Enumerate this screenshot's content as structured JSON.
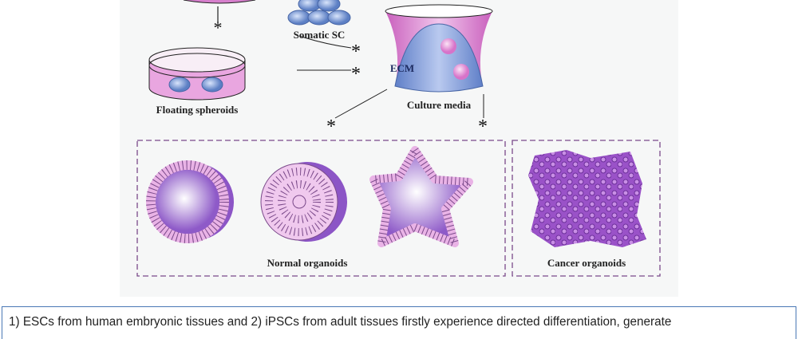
{
  "figure": {
    "labels": {
      "somatic": "Somatic SC",
      "floating": "Floating spheroids",
      "ecm": "ECM",
      "culture": "Culture media",
      "normal": "Normal organoids",
      "cancer": "Cancer organoids"
    },
    "colors": {
      "pink": "#d67fcc",
      "blue": "#6f8fce",
      "purple": "#8a4fc0",
      "frame": "#7a4a8a"
    }
  },
  "caption": {
    "text": "1) ESCs from human embryonic tissues and 2) iPSCs from adult tissues firstly experience directed differentiation, generate"
  }
}
